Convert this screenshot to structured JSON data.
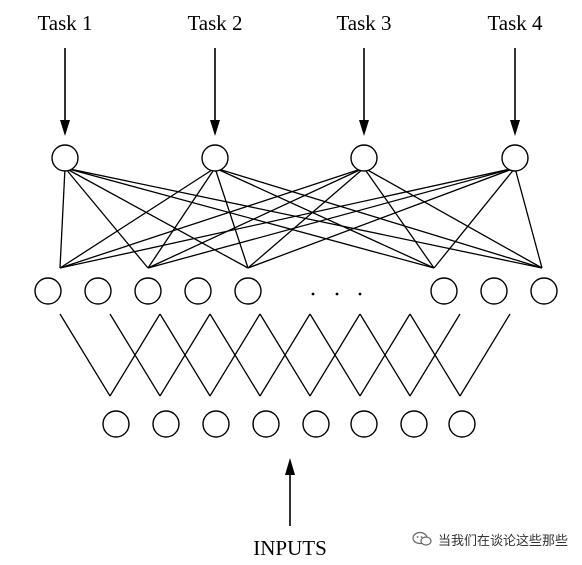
{
  "tasks": [
    "Task 1",
    "Task 2",
    "Task 3",
    "Task 4"
  ],
  "hidden_ellipsis": "· · ·",
  "inputs_label": "INPUTS",
  "watermark": {
    "text": "当我们在谈论这些那些",
    "icon": "chat-bubble-icon"
  },
  "diagram": {
    "output_nodes": 4,
    "hidden_nodes": 8,
    "input_nodes": 8,
    "hidden_to_output": "fully-connected",
    "input_to_hidden": "local-crossing"
  }
}
